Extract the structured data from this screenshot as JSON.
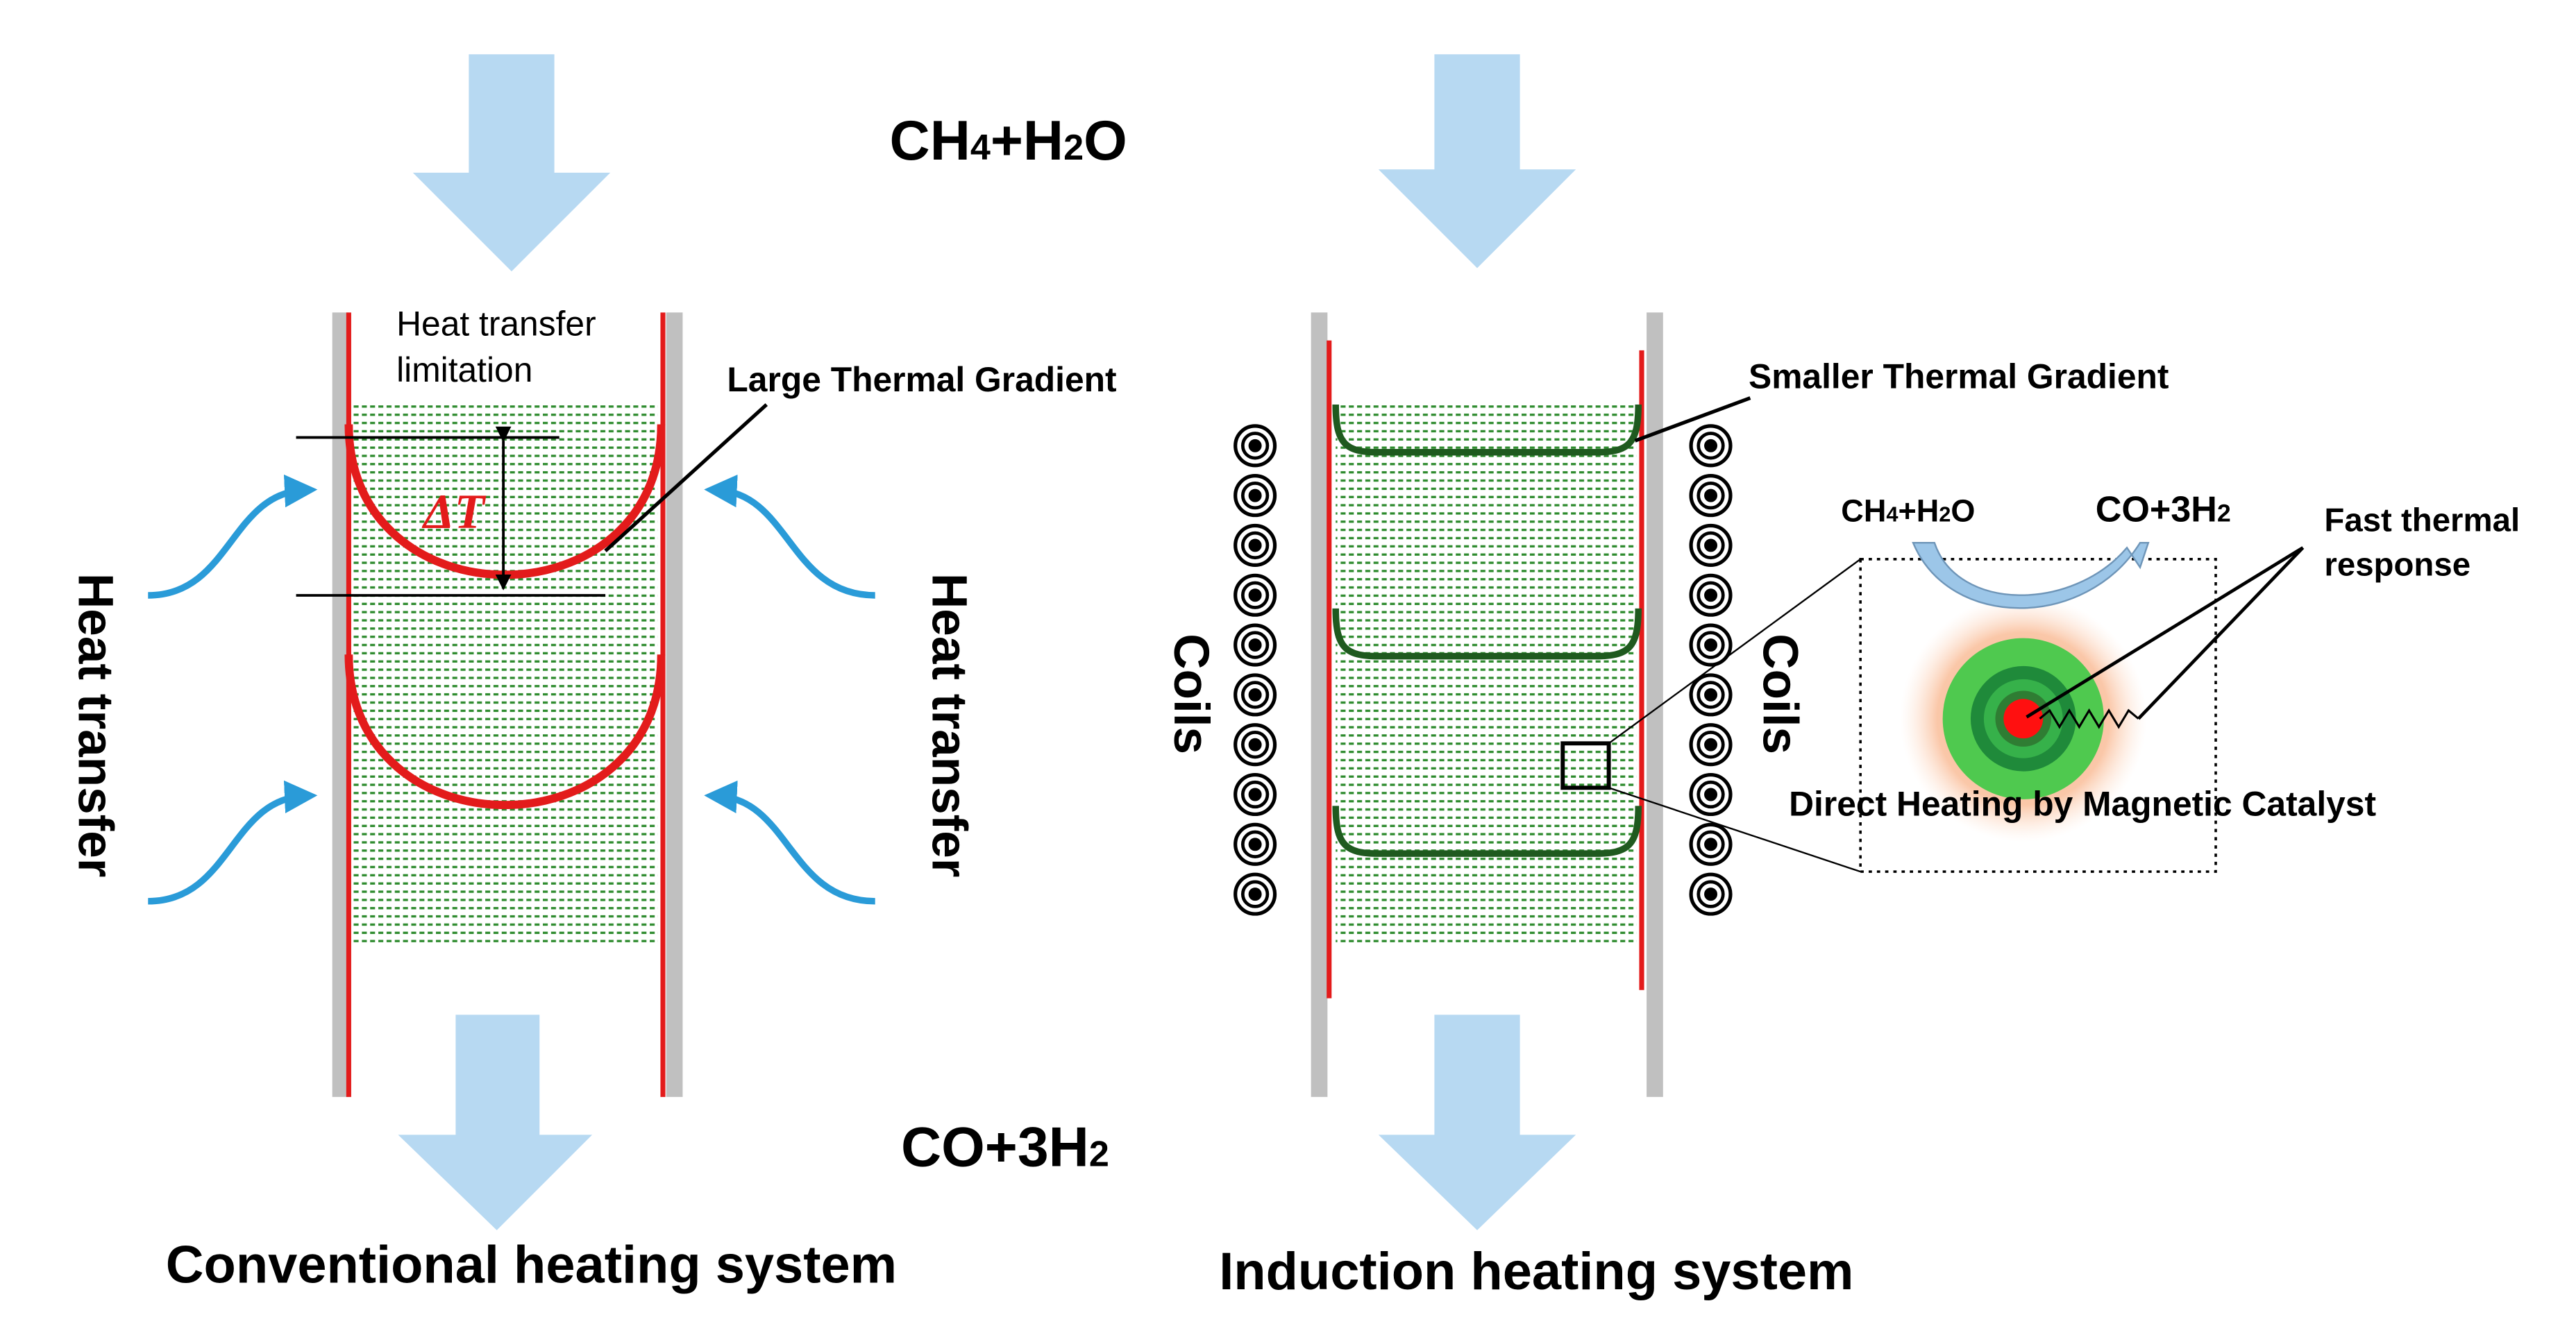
{
  "colors": {
    "flow_arrow": "#b7d9f2",
    "wall": "#c0c0c0",
    "hot_wall": "#e31b1b",
    "packing": "#2e8b2e",
    "gradient_dark_green": "#1f5a1f",
    "heat_arrow": "#2a9bd8",
    "catalyst_halo": "#f7a87a",
    "catalyst_green": "#4fc94f",
    "catalyst_dark": "#1f8a3a",
    "catalyst_core": "#ff1010",
    "text": "#000000"
  },
  "inlet_label": {
    "base1": "CH",
    "sub1": "4",
    "mid": "+H",
    "sub2": "2",
    "end": "O"
  },
  "outlet_label": {
    "base": "CO+3H",
    "sub": "2"
  },
  "conventional": {
    "caption": "Conventional heating system",
    "heat_transfer_left": "Heat transfer",
    "heat_transfer_right": "Heat transfer",
    "limitation_line1": "Heat transfer",
    "limitation_line2": "limitation",
    "gradient_label": "Large Thermal Gradient",
    "delta_t": "ΔT"
  },
  "induction": {
    "caption": "Induction heating system",
    "coils_left": "Coils",
    "coils_right": "Coils",
    "gradient_label": "Smaller Thermal Gradient",
    "inset_reactant": {
      "base1": "CH",
      "sub1": "4",
      "mid": "+H",
      "sub2": "2",
      "end": "O"
    },
    "inset_product": {
      "base": "CO+3H",
      "sub": "2"
    },
    "fast_response_line1": "Fast thermal",
    "fast_response_line2": "response",
    "direct_heating": "Direct Heating by Magnetic Catalyst",
    "coil_symbol": "coil-cross-section-icon"
  }
}
